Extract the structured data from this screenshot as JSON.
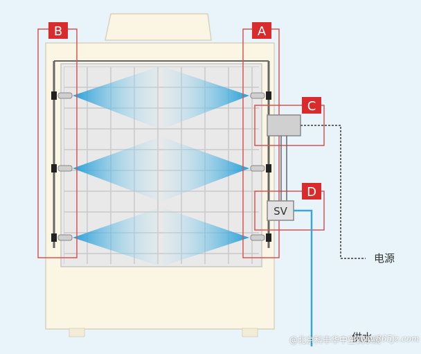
{
  "labels": {
    "a": "A",
    "b": "B",
    "c": "C",
    "d": "D",
    "sv": "SV",
    "power": "电源",
    "water_partial": "供水"
  },
  "watermark": {
    "source": "@北京科丰华中空调系统",
    "site": "www.365jz.com"
  },
  "colors": {
    "label_red": "#d92b2b",
    "frame_outline": "#d9534f",
    "cabinet": "#fbf6e3",
    "spray": "#3bb0e0",
    "water_line": "#3aa6d8",
    "power_line": "#666666"
  }
}
